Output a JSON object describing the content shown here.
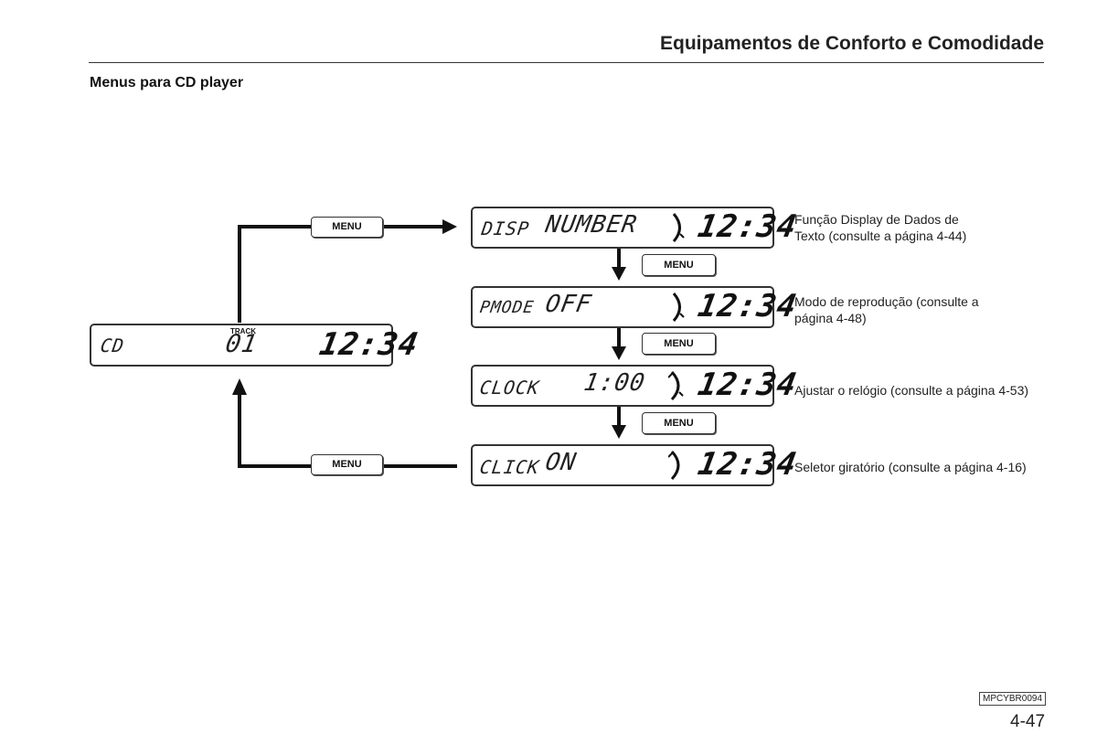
{
  "header": {
    "title": "Equipamentos de Conforto e Comodidade"
  },
  "section": {
    "title": "Menus para CD player"
  },
  "main_display": {
    "mode": "CD",
    "track_label": "TRACK",
    "track": "01",
    "clock": "12:34"
  },
  "menu_button_label": "MENU",
  "menu_screens": [
    {
      "left": "DISP",
      "right": "NUMBER",
      "clock": "12:34",
      "description": "Função Display de Dados de Texto (consulte a página 4-44)"
    },
    {
      "left": "PMODE",
      "right": "OFF",
      "clock": "12:34",
      "description": "Modo de reprodução (consulte a página 4-48)"
    },
    {
      "left": "CLOCK",
      "right": "1:00",
      "clock": "12:34",
      "description": "Ajustar o relógio (consulte a página 4-53)"
    },
    {
      "left": "CLICK",
      "right": "ON",
      "clock": "12:34",
      "description": "Seletor giratório (consulte a página 4-16)"
    }
  ],
  "footer": {
    "code": "MPCYBR0094",
    "page_number": "4-47"
  }
}
